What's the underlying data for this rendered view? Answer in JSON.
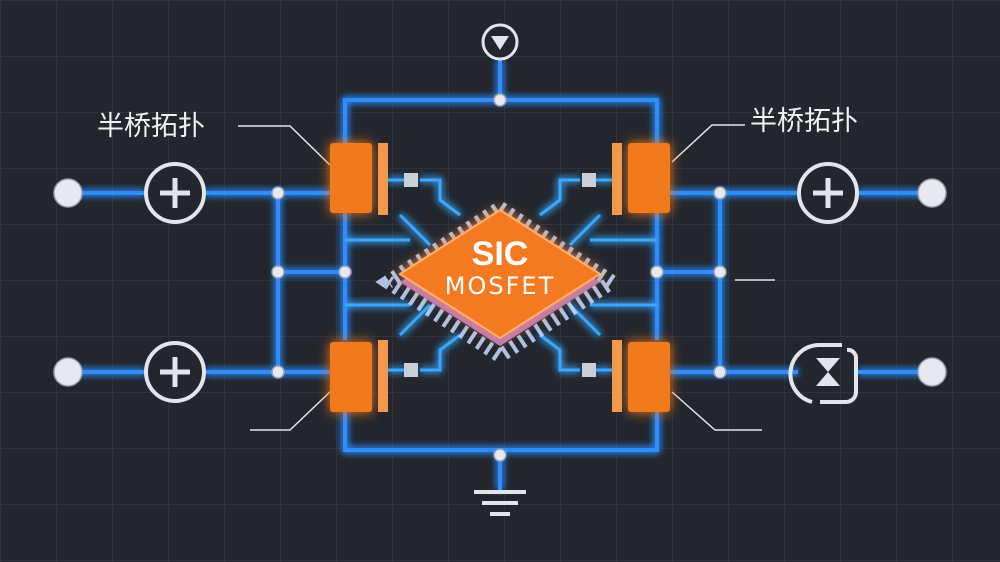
{
  "labels": {
    "left_topology": "半桥拓扑",
    "right_topology": "半桥拓扑"
  },
  "chip": {
    "line1": "SIC",
    "line2": "MOSFET"
  },
  "icons": {
    "top_terminal": "down-triangle-icon",
    "bottom_terminal": "ground-icon",
    "left_inputs": [
      "plus-icon",
      "plus-icon"
    ],
    "right_outputs": [
      "plus-icon",
      "hourglass-icon"
    ]
  },
  "colors": {
    "background": "#23262d",
    "wire": "#2f8dff",
    "mosfet": "#f07a1c",
    "chip": "#f47a20",
    "node": "#e7e9ee"
  }
}
